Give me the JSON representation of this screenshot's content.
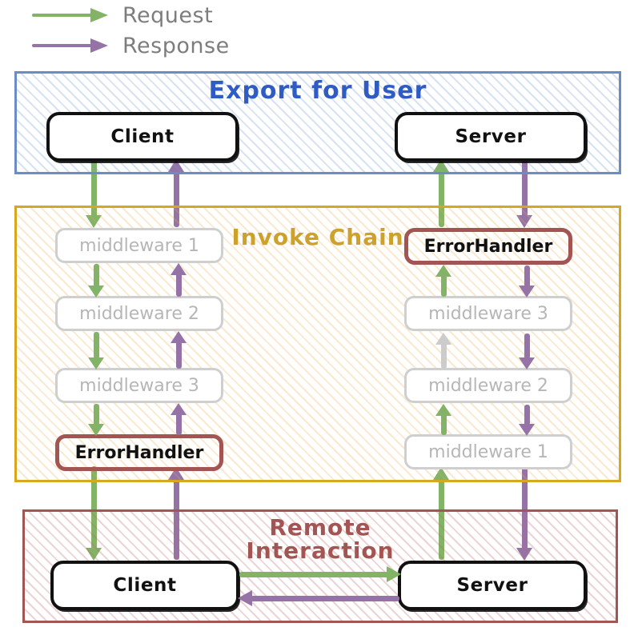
{
  "legend": {
    "items": [
      {
        "label": "Request",
        "color": "#82b366",
        "icon": "arrow-right-icon"
      },
      {
        "label": "Response",
        "color": "#9673a6",
        "icon": "arrow-right-icon"
      }
    ]
  },
  "colors": {
    "request_green": "#82b366",
    "response_purple": "#9673a6",
    "inactive_gray": "#cccccc",
    "export_border": "#6a8ec4",
    "export_title": "#2f5bc4",
    "invoke_border": "#d6a81f",
    "invoke_title": "#cda22b",
    "remote_border": "#a25552",
    "remote_title": "#a25552",
    "node_border": "#111111",
    "middleware_border": "#cfcfcf",
    "middleware_text": "#b6b6b6",
    "errorhandler_border": "#a25552"
  },
  "sections": {
    "export": {
      "title": "Export for User",
      "nodes": [
        {
          "label": "Client",
          "kind": "solid"
        },
        {
          "label": "Server",
          "kind": "solid"
        }
      ]
    },
    "invoke": {
      "title": "Invoke Chain",
      "left_column": [
        {
          "label": "middleware 1",
          "kind": "middleware"
        },
        {
          "label": "middleware 2",
          "kind": "middleware"
        },
        {
          "label": "middleware 3",
          "kind": "middleware"
        },
        {
          "label": "ErrorHandler",
          "kind": "errorhandler"
        }
      ],
      "right_column": [
        {
          "label": "ErrorHandler",
          "kind": "errorhandler"
        },
        {
          "label": "middleware 3",
          "kind": "middleware"
        },
        {
          "label": "middleware 2",
          "kind": "middleware"
        },
        {
          "label": "middleware 1",
          "kind": "middleware"
        }
      ]
    },
    "remote": {
      "title_line1": "Remote",
      "title_line2": "Interaction",
      "nodes": [
        {
          "label": "Client",
          "kind": "solid"
        },
        {
          "label": "Server",
          "kind": "solid"
        }
      ]
    }
  }
}
